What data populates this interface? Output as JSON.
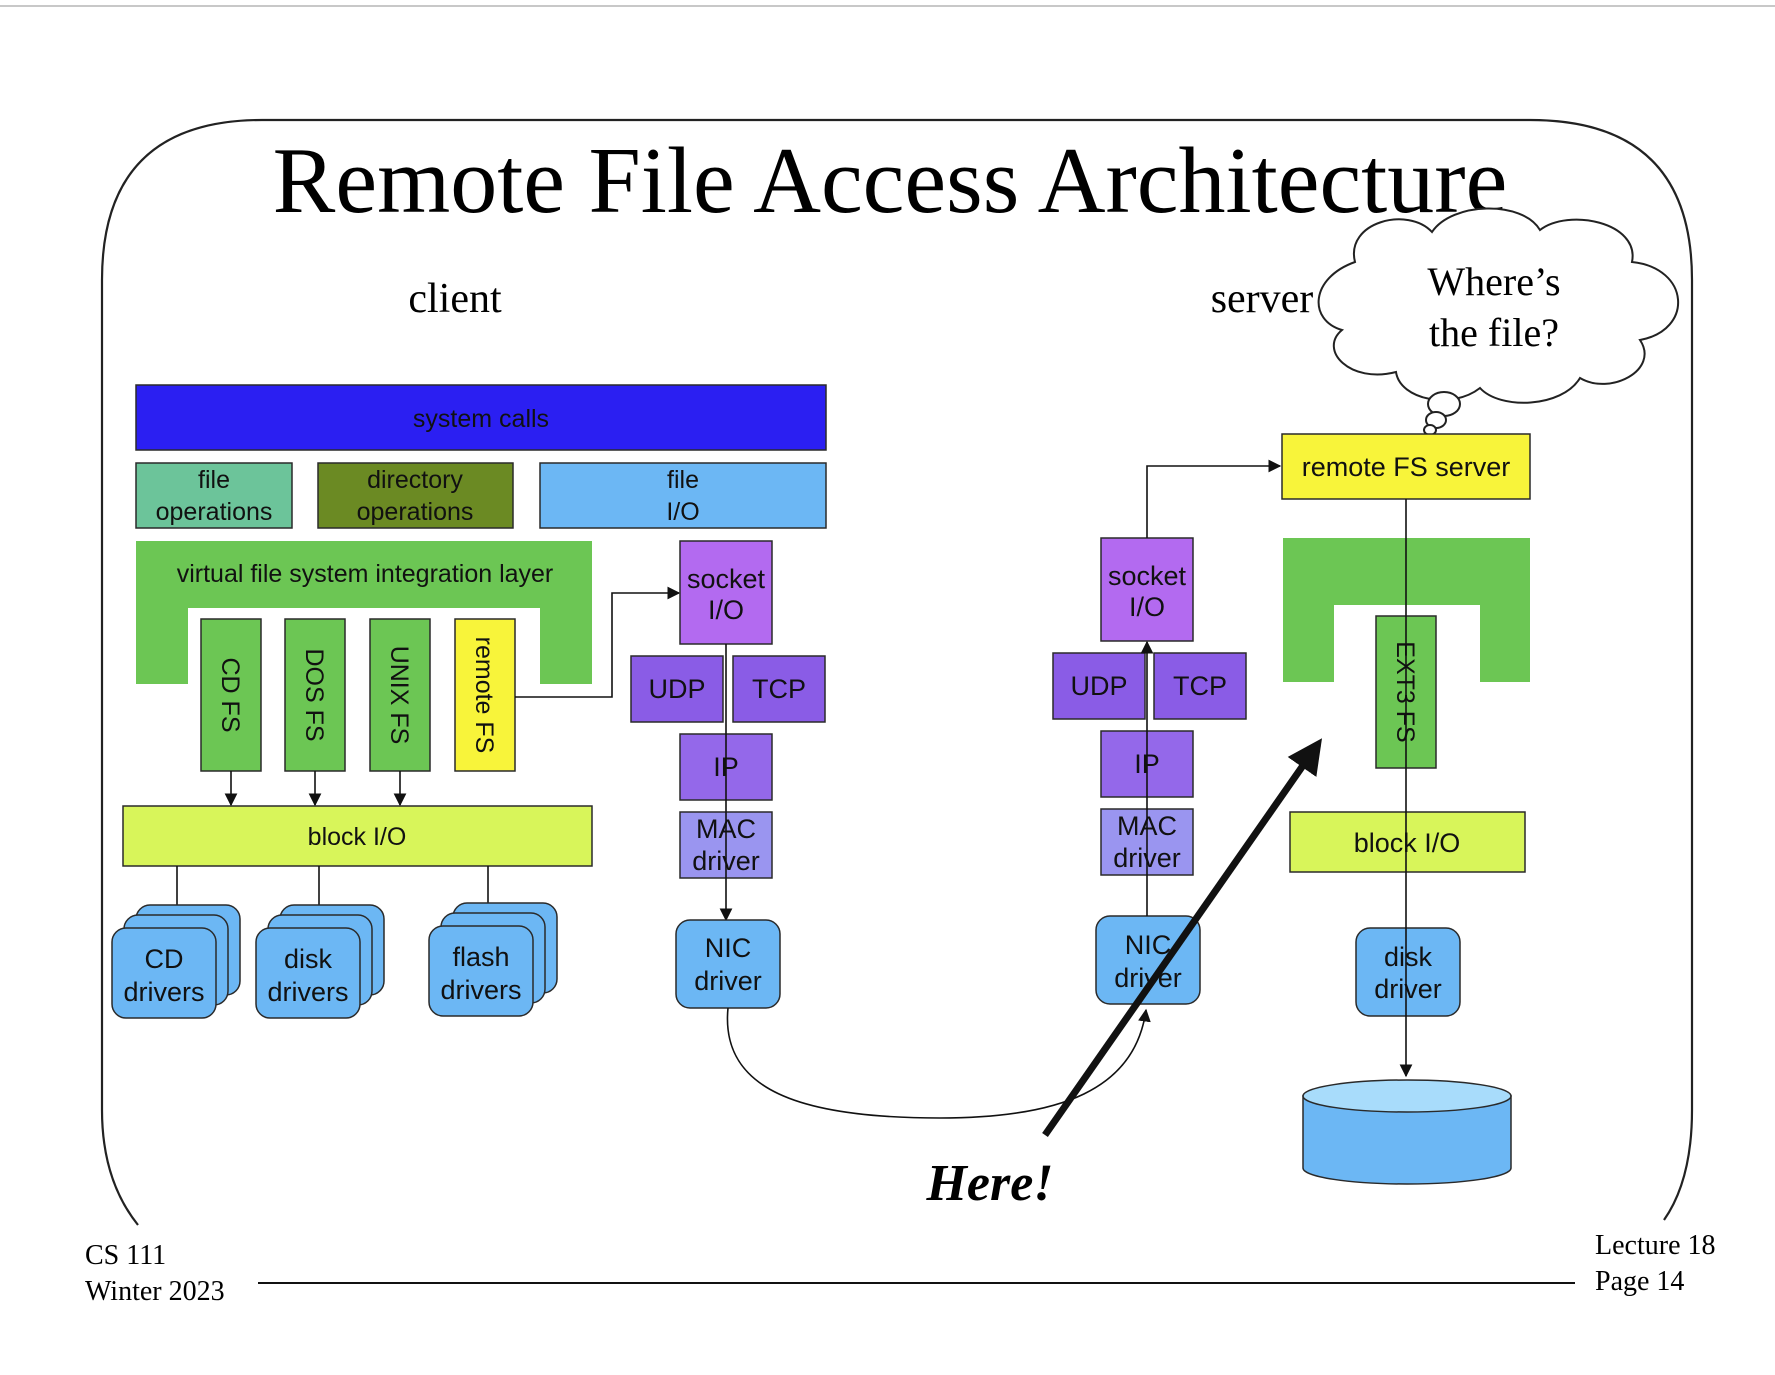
{
  "slide": {
    "title": "Remote File Access Architecture",
    "course": "CS 111",
    "term": "Winter 2023",
    "lecture": "Lecture 18",
    "page": "Page 14"
  },
  "client": {
    "label": "client",
    "system_calls": "system calls",
    "file_ops": [
      "file",
      "operations"
    ],
    "dir_ops": [
      "directory",
      "operations"
    ],
    "file_io": [
      "file",
      "I/O"
    ],
    "vfs_layer": "virtual file system integration layer",
    "fs_modules": [
      "CD FS",
      "DOS FS",
      "UNIX FS",
      "remote FS"
    ],
    "block_io": "block I/O",
    "drivers": [
      [
        "CD",
        "drivers"
      ],
      [
        "disk",
        "drivers"
      ],
      [
        "flash",
        "drivers"
      ]
    ],
    "socket_io": [
      "socket",
      "I/O"
    ],
    "udp": "UDP",
    "tcp": "TCP",
    "ip": "IP",
    "mac_driver": [
      "MAC",
      "driver"
    ],
    "nic_driver": [
      "NIC",
      "driver"
    ]
  },
  "server": {
    "label": "server",
    "thought": [
      "Where’s",
      "the file?"
    ],
    "remote_fs_server": "remote FS server",
    "ext3": "EXT3 FS",
    "block_io": "block I/O",
    "disk_driver": [
      "disk",
      "driver"
    ],
    "socket_io": [
      "socket",
      "I/O"
    ],
    "udp": "UDP",
    "tcp": "TCP",
    "ip": "IP",
    "mac_driver": [
      "MAC",
      "driver"
    ],
    "nic_driver": [
      "NIC",
      "driver"
    ]
  },
  "callout": "Here!",
  "colors": {
    "system_calls": "#2b1ff2",
    "file_ops": "#6cc49a",
    "dir_ops": "#6b8a23",
    "file_io": "#6cb7f4",
    "vfs_green": "#6cc654",
    "remote_fs_yellow": "#f8f43a",
    "block_io": "#d8f55a",
    "driver_blue": "#6cb7f4",
    "socket_violet": "#b36af0",
    "net_violet": "#8a5ce6",
    "mac_lavender": "#9a95f0",
    "ip_violet": "#9468ea"
  }
}
